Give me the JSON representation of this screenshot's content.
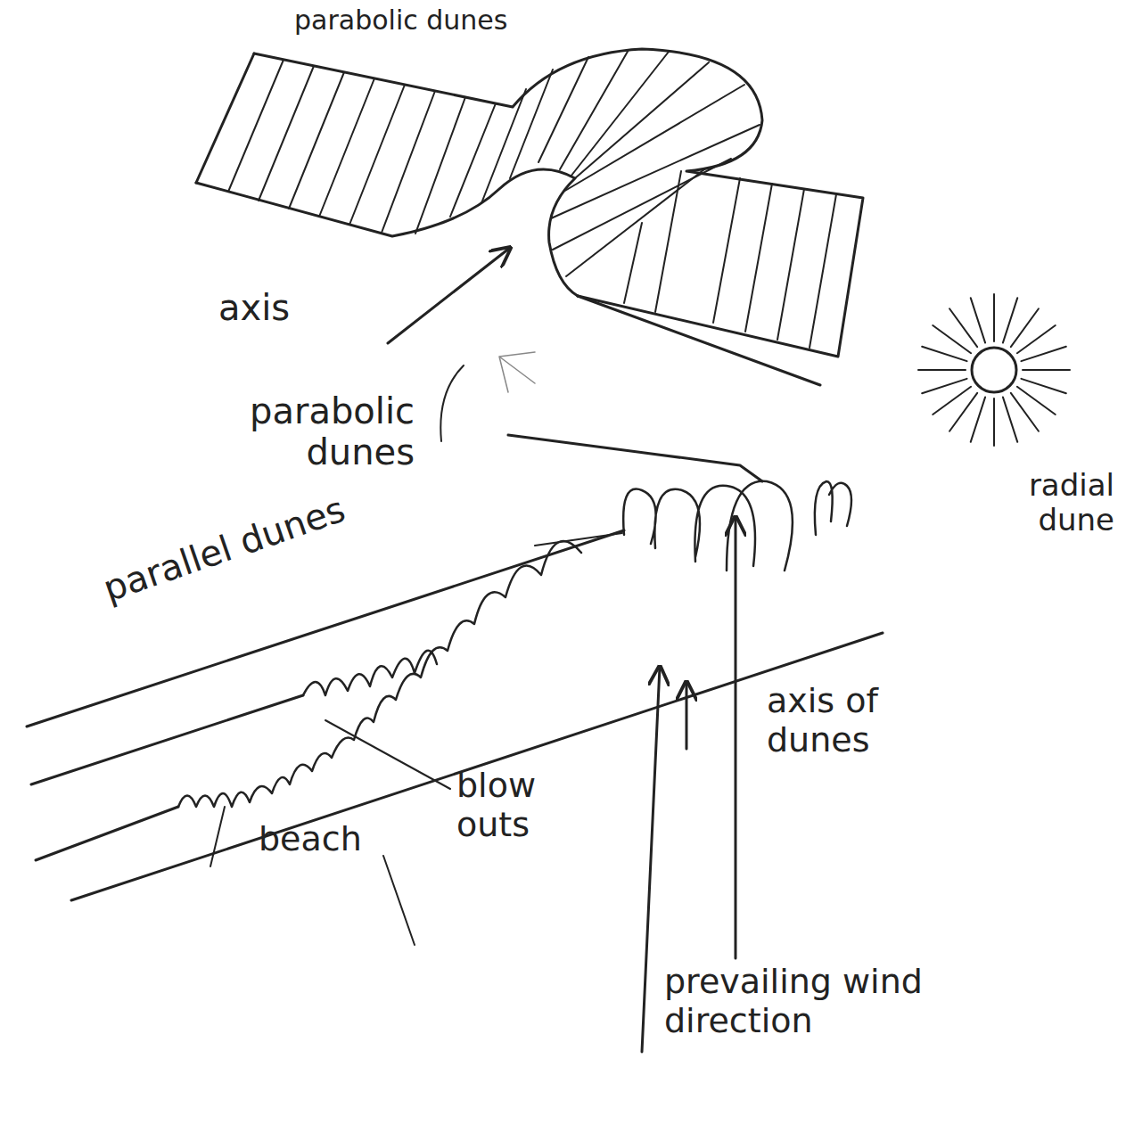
{
  "diagram": {
    "labels": [
      "parabolic dunes",
      "axis",
      "parabolic dunes",
      "radial dune",
      "parallel dunes",
      "axis of dunes",
      "blow outs",
      "beach",
      "prevailing wind direction"
    ]
  }
}
